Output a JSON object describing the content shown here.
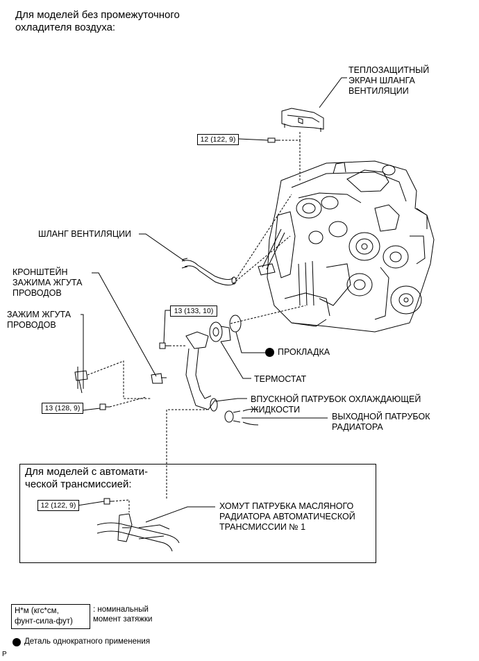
{
  "header": {
    "title": "Для моделей без промежуточного\nохладителя воздуха:"
  },
  "labels": {
    "heat_shield": "ТЕПЛОЗАЩИТНЫЙ\nЭКРАН ШЛАНГА\nВЕНТИЛЯЦИИ",
    "ventilation_hose": "ШЛАНГ ВЕНТИЛЯЦИИ",
    "harness_clamp_bracket": "КРОНШТЕЙН\nЗАЖИМА ЖГУТА\nПРОВОДОВ",
    "harness_clamp": "ЗАЖИМ ЖГУТА\nПРОВОДОВ",
    "gasket": "ПРОКЛАДКА",
    "thermostat": "ТЕРМОСТАТ",
    "water_inlet": "ВПУСКНОЙ ПАТРУБОК ОХЛАЖДАЮЩЕЙ\nЖИДКОСТИ",
    "radiator_outlet_hose": "ВЫХОДНОЙ ПАТРУБОК\nРАДИАТОРА",
    "oil_cooler_hose_clamp": "ХОМУТ ПАТРУБКА МАСЛЯНОГО\nРАДИАТОРА АВТОМАТИЧЕСКОЙ\nТРАНСМИССИИ № 1"
  },
  "torques": {
    "heat_shield_bolt": "12 (122, 9)",
    "water_inlet_bolt": "13 (133, 10)",
    "bracket_bolt": "13 (128, 9)",
    "auto_clamp_bolt": "12 (122, 9)"
  },
  "auto_section": {
    "title": "Для моделей с автомати-\nческой трансмиссией:"
  },
  "legend": {
    "torque_unit": "Н*м (кгс*см,\nфунт-сила-фут)",
    "torque_desc": ": номинальный\nмомент затяжки",
    "non_reusable": "Деталь однократного применения"
  },
  "footer": {
    "code": "P"
  }
}
